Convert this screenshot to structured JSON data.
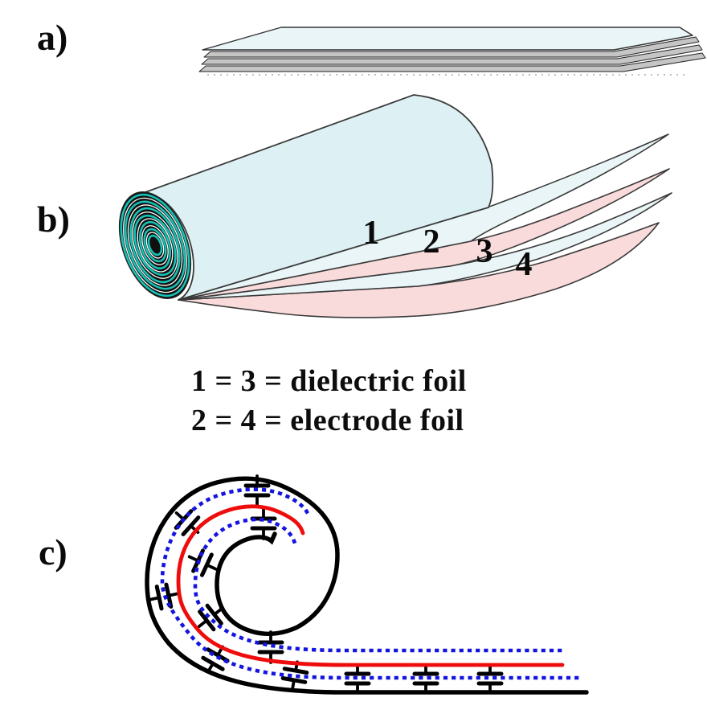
{
  "figure": {
    "panels": [
      {
        "label": "a)"
      },
      {
        "label": "b)"
      },
      {
        "label": "c)"
      }
    ],
    "panel_b": {
      "sheet_labels": [
        "1",
        "2",
        "3",
        "4"
      ],
      "legend": [
        "1 = 3 = dielectric foil",
        "2 = 4 = electrode foil"
      ]
    },
    "colors": {
      "background": "#ffffff",
      "dielectric_sheet": "#e9f5f7",
      "electrode_sheet": "#fadbdc",
      "roll_body": "#ddf1f4",
      "roll_spiral_teal": "#16c2b5",
      "roll_spiral_white": "#ffffff",
      "roll_face_black": "#101010",
      "foil_edge_gray": "#c5c5c5",
      "electrode_black": "#000000",
      "electrode_red": "#ee0c0c",
      "dielectric_blue": "#1414e0",
      "outline": "#3a3a3a"
    }
  }
}
